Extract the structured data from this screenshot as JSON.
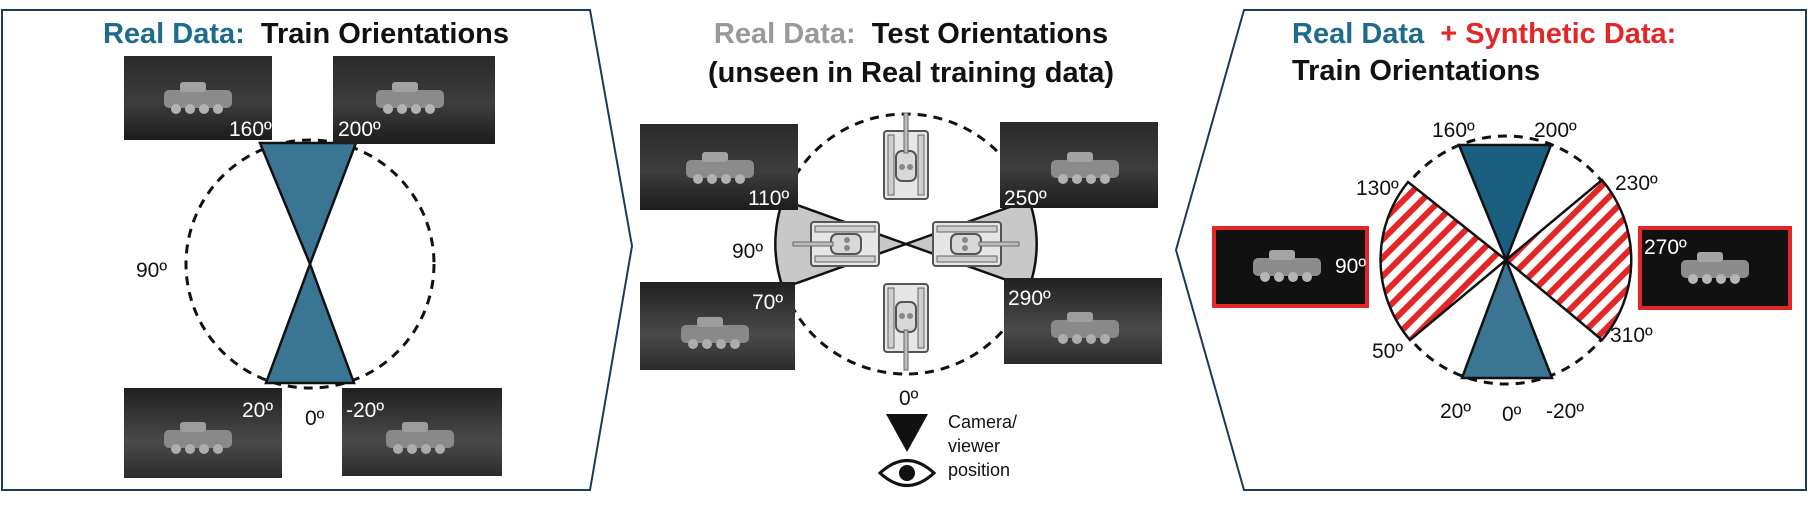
{
  "colors": {
    "real": "#1f6b8c",
    "synthetic": "#e32626",
    "gray_title": "#999999",
    "wedge_real": "#3a7594",
    "frame": "#1b3a57"
  },
  "panel_left": {
    "title_real": "Real Data:",
    "title_rest": "Train Orientations",
    "angles": {
      "a160": "160º",
      "a200": "200º",
      "a90": "90º",
      "a20": "20º",
      "a0": "0º",
      "am20": "-20º"
    }
  },
  "panel_center": {
    "title_real": "Real Data:",
    "title_rest": "Test Orientations",
    "subtitle": "(unseen in Real training data)",
    "angles": {
      "a110": "110º",
      "a250": "250º",
      "a90": "90º",
      "a70": "70º",
      "a290": "290º",
      "a0": "0º"
    },
    "camera_line1": "Camera/",
    "camera_line2": "viewer",
    "camera_line3": "position",
    "icons": [
      "tank-top-view-icon",
      "eye-icon",
      "camera-triangle-icon"
    ]
  },
  "panel_right": {
    "title_real": "Real Data",
    "title_plus_synth": "+ Synthetic Data:",
    "title_line2": "Train Orientations",
    "angles": {
      "a160": "160º",
      "a200": "200º",
      "a130": "130º",
      "a230": "230º",
      "a90": "90º",
      "a270": "270º",
      "a50": "50º",
      "a310": "310º",
      "a20": "20º",
      "a0": "0º",
      "am20": "-20º"
    }
  }
}
